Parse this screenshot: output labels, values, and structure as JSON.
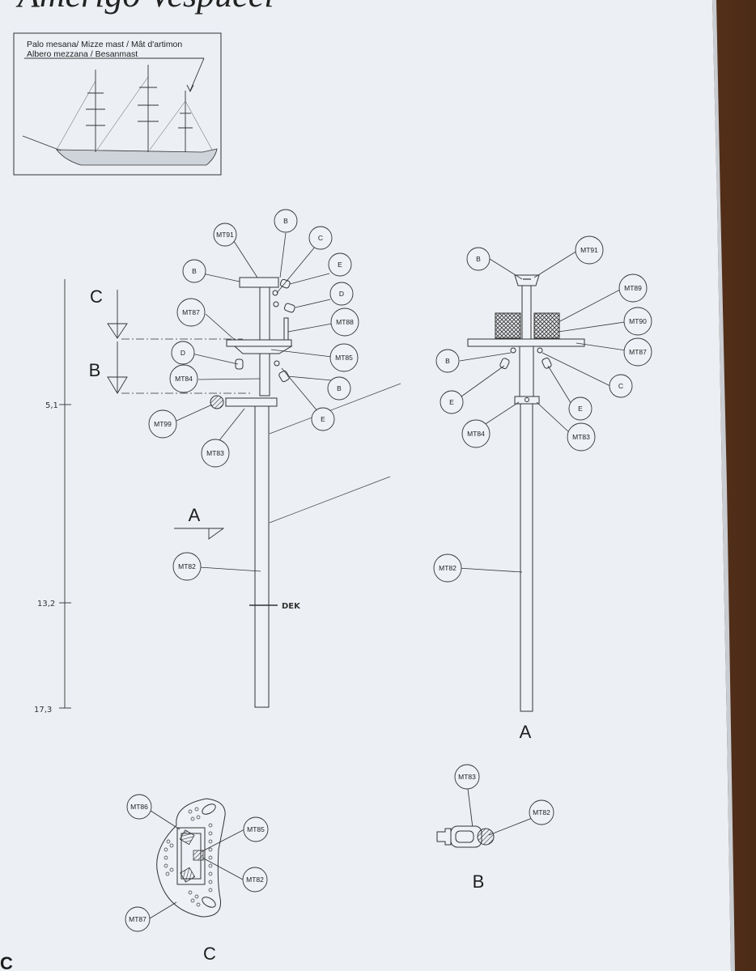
{
  "title": "Amerigo Vespucci",
  "inset": {
    "line1": "Palo mesana/ Mizze mast / Mât d'artimon",
    "line2": "Albero mezzana / Besanmast"
  },
  "section_marks": {
    "c": "C",
    "b": "B",
    "a": "A"
  },
  "handwritten": {
    "m1": "5,1",
    "m2": "13,2",
    "m3": "17,3",
    "deck": "DEK"
  },
  "view_labels": {
    "front_view": "A",
    "detail_b": "B",
    "detail_c": "C",
    "corner": "C"
  },
  "callouts_left": [
    {
      "id": "l-mt91",
      "label": "MT91"
    },
    {
      "id": "l-b-top",
      "label": "B"
    },
    {
      "id": "l-c",
      "label": "C"
    },
    {
      "id": "l-b-left",
      "label": "B"
    },
    {
      "id": "l-e-top",
      "label": "E"
    },
    {
      "id": "l-d-right",
      "label": "D"
    },
    {
      "id": "l-mt87",
      "label": "MT87"
    },
    {
      "id": "l-mt88",
      "label": "MT88"
    },
    {
      "id": "l-d-left",
      "label": "D"
    },
    {
      "id": "l-mt85",
      "label": "MT85"
    },
    {
      "id": "l-mt84",
      "label": "MT84"
    },
    {
      "id": "l-b-low",
      "label": "B"
    },
    {
      "id": "l-e-low",
      "label": "E"
    },
    {
      "id": "l-mt99",
      "label": "MT99"
    },
    {
      "id": "l-mt83",
      "label": "MT83"
    },
    {
      "id": "l-mt82",
      "label": "MT82"
    }
  ],
  "callouts_right": [
    {
      "id": "r-b-top",
      "label": "B"
    },
    {
      "id": "r-mt91",
      "label": "MT91"
    },
    {
      "id": "r-mt89",
      "label": "MT89"
    },
    {
      "id": "r-mt90",
      "label": "MT90"
    },
    {
      "id": "r-mt87",
      "label": "MT87"
    },
    {
      "id": "r-b-left",
      "label": "B"
    },
    {
      "id": "r-c",
      "label": "C"
    },
    {
      "id": "r-e-left",
      "label": "E"
    },
    {
      "id": "r-e-right",
      "label": "E"
    },
    {
      "id": "r-mt84",
      "label": "MT84"
    },
    {
      "id": "r-mt83",
      "label": "MT83"
    },
    {
      "id": "r-mt82",
      "label": "MT82"
    }
  ],
  "callouts_detail_b": [
    {
      "id": "db-mt83",
      "label": "MT83"
    },
    {
      "id": "db-mt82",
      "label": "MT82"
    }
  ],
  "callouts_detail_c": [
    {
      "id": "dc-mt86",
      "label": "MT86"
    },
    {
      "id": "dc-mt85",
      "label": "MT85"
    },
    {
      "id": "dc-mt82",
      "label": "MT82"
    },
    {
      "id": "dc-mt87",
      "label": "MT87"
    }
  ]
}
